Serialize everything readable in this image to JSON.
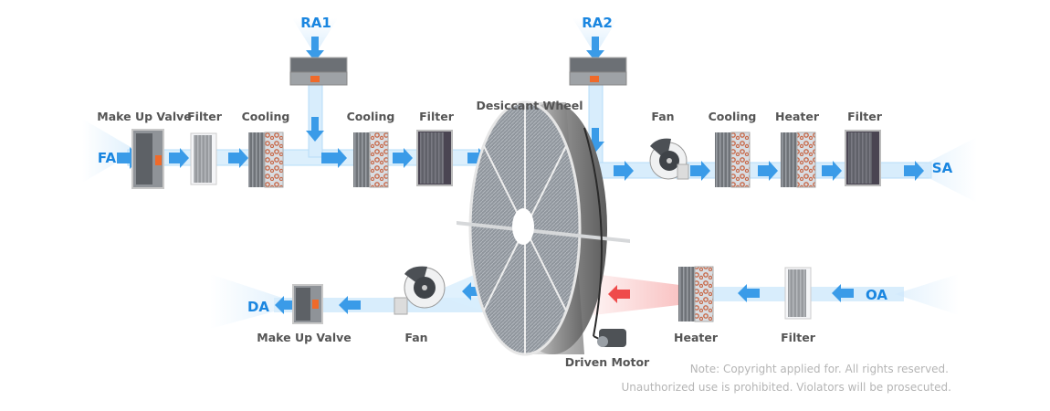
{
  "diagram": {
    "title": "Desiccant Wheel Air Handling Process",
    "colors": {
      "air_blue": "#1a86e0",
      "stream_blue": "#cfe8fb",
      "hot_red": "#f05a5a",
      "label_gray": "#555555",
      "note_gray": "#b5b5b5"
    },
    "air_labels": {
      "fa": "FA",
      "ra1": "RA1",
      "ra2": "RA2",
      "sa": "SA",
      "da": "DA",
      "oa": "OA"
    },
    "process_stream": [
      {
        "label": "Make Up Valve",
        "icon": "damper-valve-icon"
      },
      {
        "label": "Filter",
        "icon": "panel-filter-icon"
      },
      {
        "label": "Cooling",
        "icon": "cooling-coil-icon"
      },
      {
        "label": "Cooling",
        "icon": "cooling-coil-icon"
      },
      {
        "label": "Filter",
        "icon": "bag-filter-icon"
      }
    ],
    "center": {
      "wheel_label": "Desiccant Wheel",
      "motor_label": "Driven Motor"
    },
    "supply_stream": [
      {
        "label": "Fan",
        "icon": "centrifugal-fan-icon"
      },
      {
        "label": "Cooling",
        "icon": "cooling-coil-icon"
      },
      {
        "label": "Heater",
        "icon": "heating-coil-icon"
      },
      {
        "label": "Filter",
        "icon": "bag-filter-icon"
      }
    ],
    "exhaust_stream": [
      {
        "label": "Make Up  Valve",
        "icon": "damper-valve-icon"
      },
      {
        "label": "Fan",
        "icon": "centrifugal-fan-icon"
      }
    ],
    "regen_stream": [
      {
        "label": "Heater",
        "icon": "heating-coil-icon"
      },
      {
        "label": "Filter",
        "icon": "panel-filter-icon"
      }
    ],
    "note": {
      "line1": "Note: Copyright applied for. All rights reserved.",
      "line2": "Unauthorized use is prohibited. Violators will be prosecuted."
    }
  }
}
